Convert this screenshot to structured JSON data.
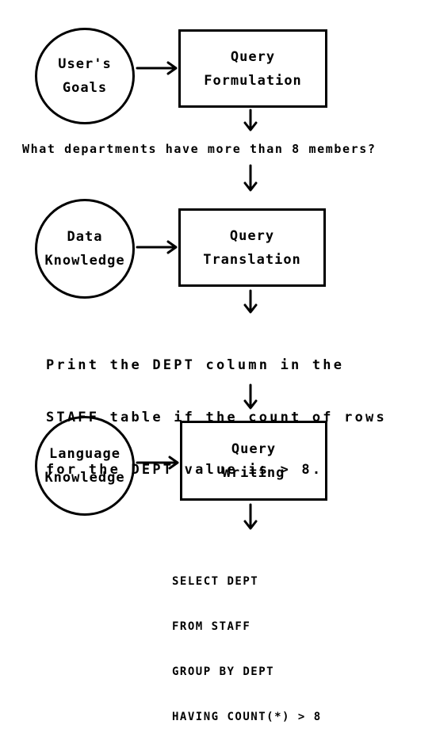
{
  "stages": [
    {
      "input": [
        "User's",
        "Goals"
      ],
      "process": [
        "Query",
        "Formulation"
      ],
      "output": [
        "What departments have more than 8 members?"
      ]
    },
    {
      "input": [
        "Data",
        "Knowledge"
      ],
      "process": [
        "Query",
        "Translation"
      ],
      "output": [
        "Print the DEPT column in the",
        "STAFF table if the count of rows",
        "for the DEPT value is > 8."
      ]
    },
    {
      "input": [
        "Language",
        "Knowledge"
      ],
      "process": [
        "Query",
        "Writing"
      ],
      "output": [
        "SELECT DEPT",
        "FROM STAFF",
        "GROUP BY DEPT",
        "HAVING COUNT(*) > 8"
      ]
    }
  ]
}
